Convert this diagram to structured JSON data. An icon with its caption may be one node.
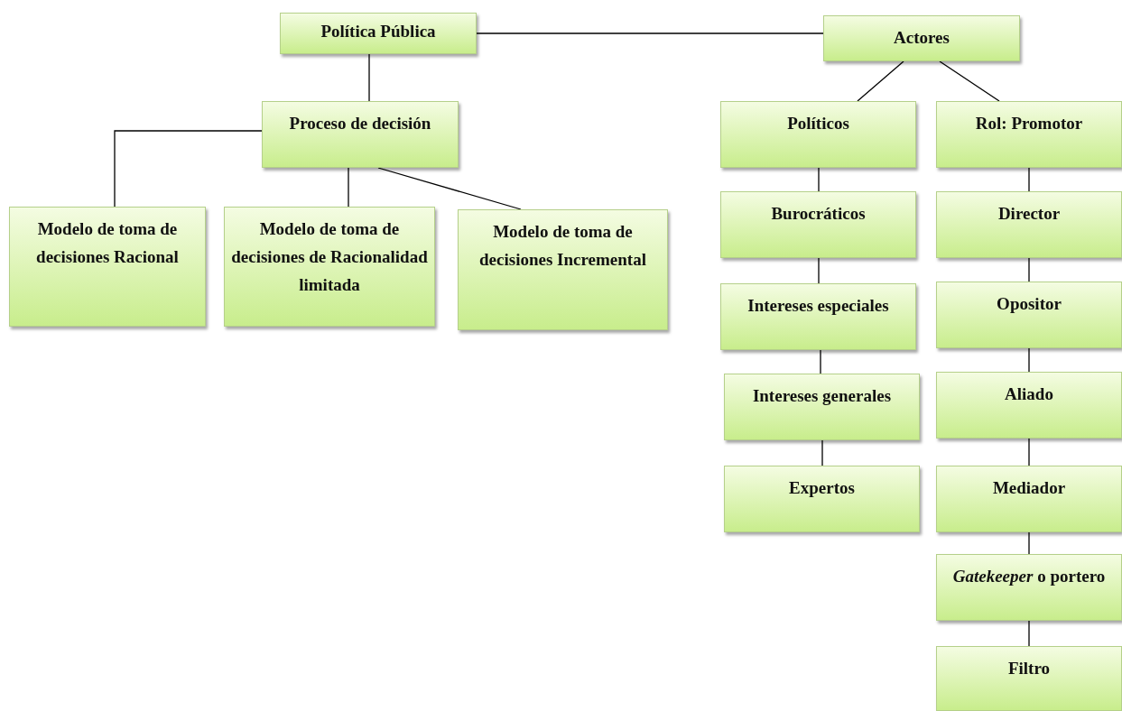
{
  "diagram": {
    "nodes": [
      {
        "text": [
          "Política Pública"
        ]
      },
      {
        "text": [
          "Actores"
        ]
      },
      {
        "text": [
          "Proceso de decisión"
        ]
      },
      {
        "text": [
          "Modelo de toma de decisiones Racional"
        ]
      },
      {
        "text": [
          "Modelo de toma de decisiones de Racionalidad limitada"
        ]
      },
      {
        "text": [
          "Modelo de toma de decisiones Incremental"
        ]
      },
      {
        "text": [
          "Políticos"
        ]
      },
      {
        "text": [
          "Rol: Promotor"
        ]
      },
      {
        "text": [
          "Burocráticos"
        ]
      },
      {
        "text": [
          "Intereses especiales"
        ]
      },
      {
        "text": [
          "Intereses generales"
        ]
      },
      {
        "text": [
          "Expertos"
        ]
      },
      {
        "text": [
          "Director"
        ]
      },
      {
        "text": [
          "Opositor"
        ]
      },
      {
        "text": [
          "Aliado"
        ]
      },
      {
        "text": [
          "Mediador"
        ]
      },
      {
        "text": [
          "*Gatekeeper* o portero"
        ]
      },
      {
        "text": [
          "Filtro"
        ]
      }
    ],
    "edges": [
      {
        "from": 0,
        "to": 1,
        "arrow": "none"
      },
      {
        "from": 0,
        "to": 2,
        "arrow": "none"
      },
      {
        "from": 2,
        "to": 3,
        "arrow": "none"
      },
      {
        "from": 2,
        "to": 4,
        "arrow": "none"
      },
      {
        "from": 2,
        "to": 5,
        "arrow": "none"
      },
      {
        "from": 1,
        "to": 6,
        "arrow": "none"
      },
      {
        "from": 1,
        "to": 7,
        "arrow": "none"
      },
      {
        "from": 6,
        "to": 8,
        "arrow": "none"
      },
      {
        "from": 8,
        "to": 9,
        "arrow": "none"
      },
      {
        "from": 9,
        "to": 10,
        "arrow": "none"
      },
      {
        "from": 10,
        "to": 11,
        "arrow": "none"
      },
      {
        "from": 7,
        "to": 12,
        "arrow": "none"
      },
      {
        "from": 12,
        "to": 13,
        "arrow": "none"
      },
      {
        "from": 13,
        "to": 14,
        "arrow": "none"
      },
      {
        "from": 14,
        "to": 15,
        "arrow": "none"
      },
      {
        "from": 15,
        "to": 16,
        "arrow": "none"
      },
      {
        "from": 16,
        "to": 17,
        "arrow": "none"
      }
    ]
  }
}
